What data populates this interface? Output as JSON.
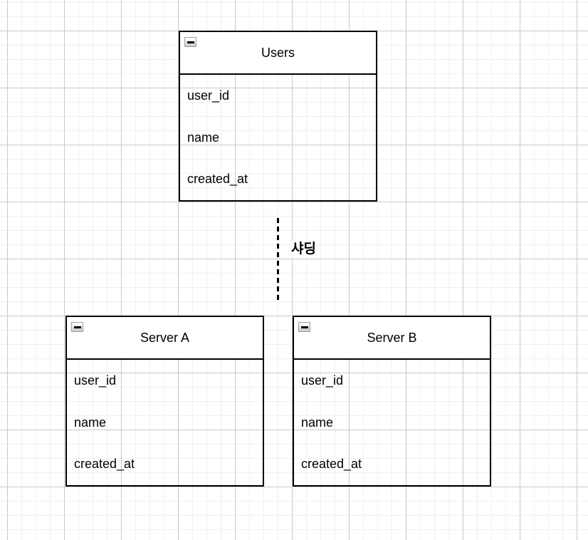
{
  "canvas": {
    "background_color": "#ffffff",
    "grid_minor_color": "#f0f0f0",
    "grid_major_color": "#c9c9c9",
    "ink_color": "#000000"
  },
  "icons": {
    "collapse": "minus-icon"
  },
  "tables": [
    {
      "title": "Users",
      "fields": [
        "user_id",
        "name",
        "created_at"
      ]
    },
    {
      "title": "Server A",
      "fields": [
        "user_id",
        "name",
        "created_at"
      ]
    },
    {
      "title": "Server B",
      "fields": [
        "user_id",
        "name",
        "created_at"
      ]
    }
  ],
  "connector": {
    "label": "샤딩",
    "style": "dashed",
    "color": "#000000"
  }
}
